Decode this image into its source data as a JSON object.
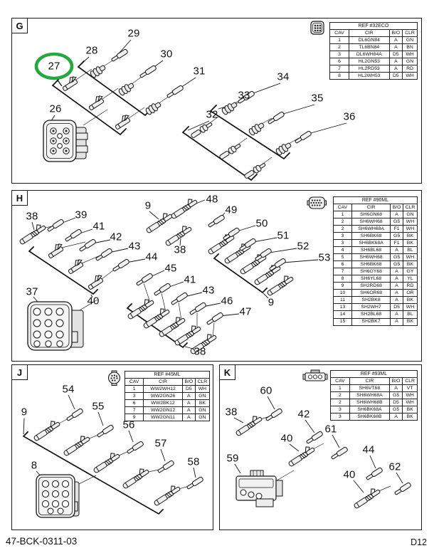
{
  "footer": {
    "doc_number": "47-BCK-0311-03",
    "page_code": "D12"
  },
  "highlight": {
    "circled_callout": "27",
    "color": "#24A93F"
  },
  "panels": {
    "g": {
      "letter": "G",
      "ref_table": {
        "title": "REF #32ECO",
        "columns": [
          "CAV",
          "CIR",
          "B/O",
          "CLR"
        ],
        "rows": [
          [
            "1",
            "DL6GN84",
            "A",
            "GN"
          ],
          [
            "2",
            "TL6BN84",
            "A",
            "BN"
          ],
          [
            "3",
            "DL6WH84A",
            "D5",
            "WH"
          ],
          [
            "6",
            "HL2GN53",
            "A",
            "GN"
          ],
          [
            "7",
            "HL2RD53",
            "A",
            "RD"
          ],
          [
            "8",
            "HL2WH53",
            "D5",
            "WH"
          ]
        ]
      },
      "callouts": [
        "29",
        "28",
        "30",
        "27",
        "31",
        "34",
        "33",
        "35",
        "26",
        "32",
        "36"
      ]
    },
    "h": {
      "letter": "H",
      "ref_table": {
        "title": "REF #90ML",
        "columns": [
          "CAV",
          "CIR",
          "B/O",
          "CLR"
        ],
        "rows": [
          [
            "1",
            "SH6GN68",
            "A",
            "GN"
          ],
          [
            "2",
            "SH6WH68",
            "G5",
            "WH"
          ],
          [
            "2",
            "SH6WH68A",
            "F1",
            "WH"
          ],
          [
            "3",
            "SH6BK68",
            "G5",
            "BK"
          ],
          [
            "3",
            "SH6BK68A",
            "F1",
            "BK"
          ],
          [
            "4",
            "SH6BL68",
            "A",
            "BL"
          ],
          [
            "5",
            "SH6WH68",
            "G5",
            "WH"
          ],
          [
            "6",
            "SH6BK68",
            "G5",
            "BK"
          ],
          [
            "7",
            "SH6GY68",
            "A",
            "GY"
          ],
          [
            "8",
            "SH6YL68",
            "A",
            "YL"
          ],
          [
            "9",
            "SH2RD68",
            "A",
            "RD"
          ],
          [
            "10",
            "SH6OR68",
            "A",
            "OR"
          ],
          [
            "11",
            "SH2BK8",
            "A",
            "BK"
          ],
          [
            "13",
            "SH2WH7",
            "D5",
            "WH"
          ],
          [
            "14",
            "SH2BL68",
            "A",
            "BL"
          ],
          [
            "15",
            "SH2BK7",
            "A",
            "BK"
          ]
        ]
      },
      "callouts": [
        "38",
        "39",
        "9",
        "48",
        "49",
        "41",
        "50",
        "42",
        "51",
        "43",
        "52",
        "44",
        "53",
        "38",
        "45",
        "41",
        "43",
        "37",
        "40",
        "46",
        "47",
        "9",
        "38"
      ]
    },
    "j": {
      "letter": "J",
      "ref_table": {
        "title": "REF #45ML",
        "columns": [
          "CAV",
          "CIR",
          "B/O",
          "CLR"
        ],
        "rows": [
          [
            "1",
            "WW2WH12",
            "D5",
            "WH"
          ],
          [
            "3",
            "WW2GN26",
            "A",
            "GN"
          ],
          [
            "6",
            "WW2BK12",
            "A",
            "BK"
          ],
          [
            "7",
            "WW2GN12",
            "A",
            "GN"
          ],
          [
            "9",
            "WW2GN11",
            "A",
            "GN"
          ]
        ]
      },
      "callouts": [
        "54",
        "9",
        "55",
        "56",
        "57",
        "8",
        "58"
      ]
    },
    "k": {
      "letter": "K",
      "ref_table": {
        "title": "REF #93ML",
        "columns": [
          "CAV",
          "CIR",
          "B/O",
          "CLR"
        ],
        "rows": [
          [
            "1",
            "SH6VT68",
            "A",
            "VT"
          ],
          [
            "2",
            "SH6WH68A",
            "G5",
            "WH"
          ],
          [
            "2",
            "SH6WH68B",
            "D5",
            "WH"
          ],
          [
            "3",
            "SH6BK68A",
            "G5",
            "BK"
          ],
          [
            "3",
            "SH6BK68B",
            "A",
            "BK"
          ]
        ]
      },
      "callouts": [
        "60",
        "38",
        "42",
        "61",
        "40",
        "44",
        "62",
        "59",
        "40"
      ]
    }
  }
}
